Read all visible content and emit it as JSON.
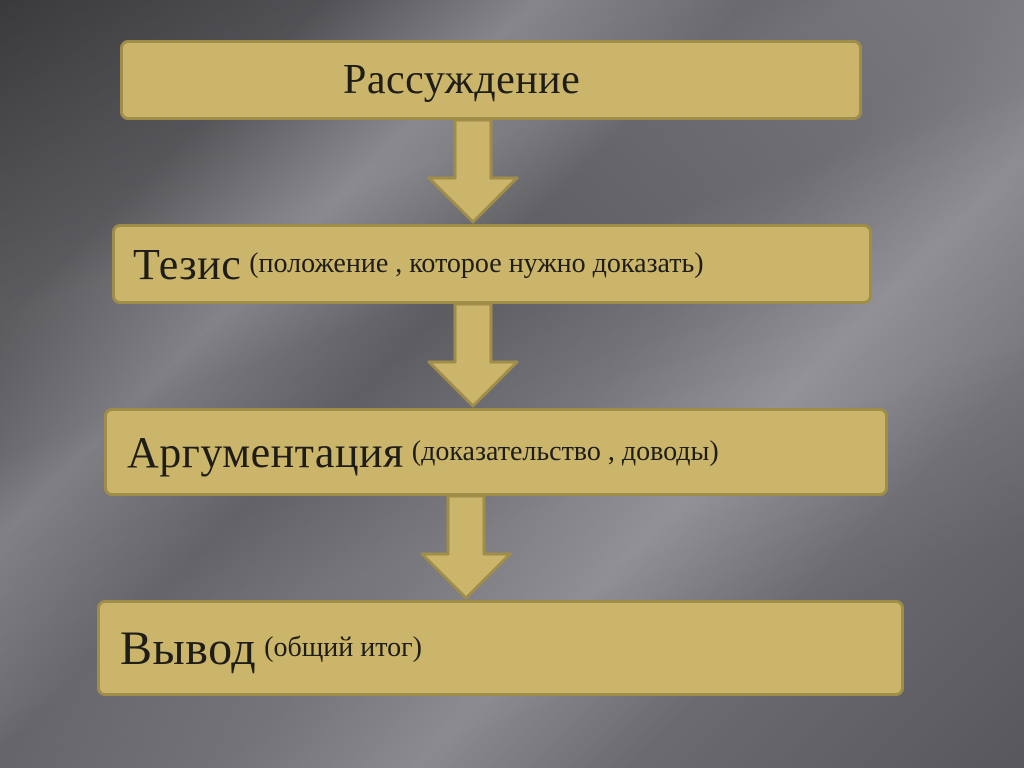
{
  "diagram": {
    "steps": [
      {
        "label": "Рассуждение",
        "detail": ""
      },
      {
        "label": "Тезис",
        "detail": "(положение , которое нужно доказать)"
      },
      {
        "label": "Аргументация",
        "detail": "(доказательство , доводы)"
      },
      {
        "label": "Вывод",
        "detail": "(общий итог)"
      }
    ],
    "colors": {
      "box_fill": "#cbb56a",
      "box_border": "#a08d49",
      "text": "#1e1d17"
    }
  }
}
